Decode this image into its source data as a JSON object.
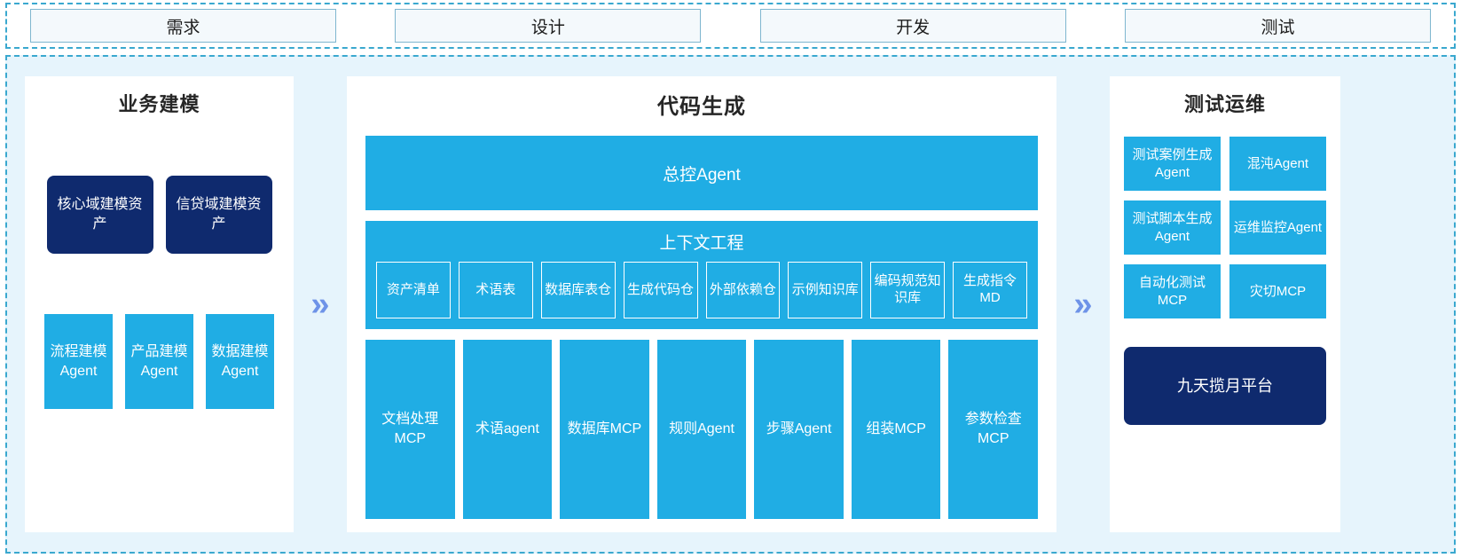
{
  "phases": {
    "items": [
      {
        "label": "需求"
      },
      {
        "label": "设计"
      },
      {
        "label": "开发"
      },
      {
        "label": "测试"
      }
    ]
  },
  "colors": {
    "cyan": "#20ade4",
    "navy": "#0f2a6e",
    "frame_border": "#3aa8cf",
    "frame_bg": "#e6f4fc",
    "chevron": "#6e93e8",
    "phase_bg": "#f4f9fc"
  },
  "connectors": {
    "left_to_center": "»",
    "center_to_right": "»"
  },
  "business_modeling": {
    "title": "业务建模",
    "assets": [
      {
        "label": "核心域建模资产"
      },
      {
        "label": "信贷域建模资产"
      }
    ],
    "agents": [
      {
        "label": "流程建模Agent"
      },
      {
        "label": "产品建模Agent"
      },
      {
        "label": "数据建模Agent"
      }
    ]
  },
  "code_generation": {
    "title": "代码生成",
    "master_agent": "总控Agent",
    "context_engineering": {
      "title": "上下文工程",
      "items": [
        {
          "label": "资产清单"
        },
        {
          "label": "术语表"
        },
        {
          "label": "数据库表仓"
        },
        {
          "label": "生成代码仓"
        },
        {
          "label": "外部依赖仓"
        },
        {
          "label": "示例知识库"
        },
        {
          "label": "编码规范知识库"
        },
        {
          "label": "生成指令MD"
        }
      ]
    },
    "tools": [
      {
        "label": "文档处理MCP"
      },
      {
        "label": "术语agent"
      },
      {
        "label": "数据库MCP"
      },
      {
        "label": "规则Agent"
      },
      {
        "label": "步骤Agent"
      },
      {
        "label": "组装MCP"
      },
      {
        "label": "参数检查MCP"
      }
    ]
  },
  "test_ops": {
    "title": "测试运维",
    "cards": [
      {
        "label": "测试案例生成Agent"
      },
      {
        "label": "混沌Agent"
      },
      {
        "label": "测试脚本生成Agent"
      },
      {
        "label": "运维监控Agent"
      },
      {
        "label": "自动化测试MCP"
      },
      {
        "label": "灾切MCP"
      }
    ],
    "platform": "九天揽月平台"
  }
}
